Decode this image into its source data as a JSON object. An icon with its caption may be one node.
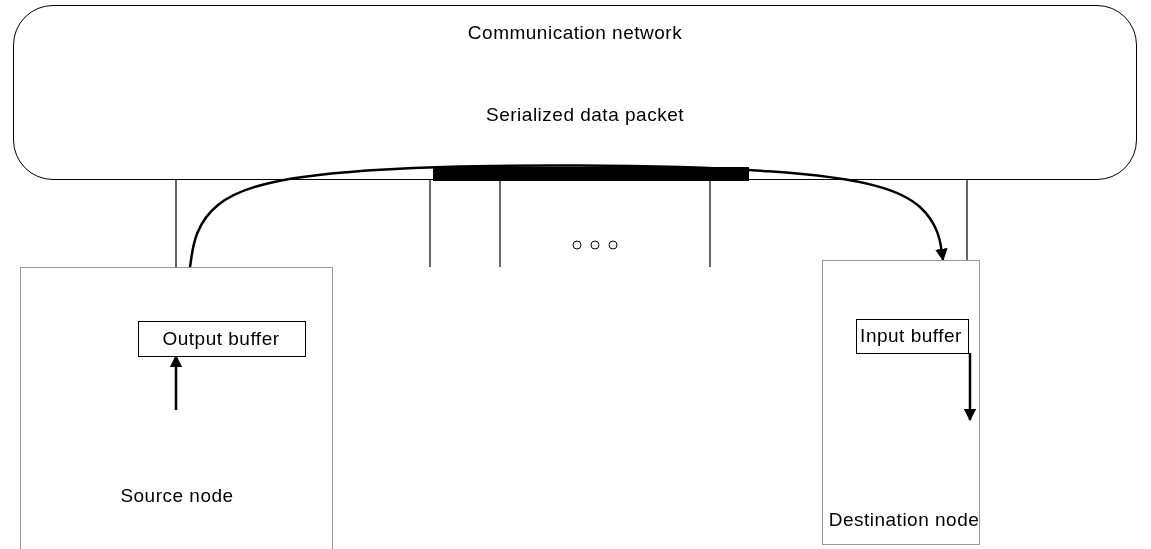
{
  "diagram": {
    "nodes": [
      {
        "text": [
          "Communication network"
        ]
      },
      {
        "text": [
          "Serialized data packet"
        ],
        "in": 0
      },
      {
        "text": [
          "Source node"
        ]
      },
      {
        "text": [
          "Output buffer"
        ],
        "in": 2
      },
      {
        "text": [
          "Destination node"
        ]
      },
      {
        "text": [
          "Input buffer"
        ],
        "in": 4
      }
    ],
    "edges": [
      {
        "from": 2,
        "to": 4,
        "arrow": "to"
      },
      {
        "from": null,
        "to": 3,
        "arrow": "to"
      },
      {
        "from": 5,
        "to": null,
        "arrow": "to"
      },
      {
        "from": 0,
        "to": 2,
        "arrow": "none"
      },
      {
        "from": 0,
        "to": 4,
        "arrow": "none"
      },
      {
        "from": 0,
        "to": null,
        "arrow": "none"
      },
      {
        "from": 0,
        "to": null,
        "arrow": "none"
      },
      {
        "from": 0,
        "to": null,
        "arrow": "none"
      }
    ]
  }
}
